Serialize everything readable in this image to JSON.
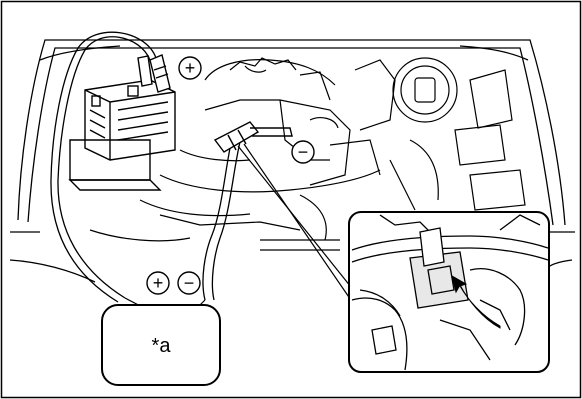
{
  "diagram": {
    "callout_label": "*a",
    "terminal_symbols": {
      "positive": "+",
      "negative": "−"
    },
    "terminals": [
      {
        "id": "battery-positive",
        "polarity": "positive"
      },
      {
        "id": "engine-ground-negative",
        "polarity": "negative"
      },
      {
        "id": "charger-positive",
        "polarity": "positive"
      },
      {
        "id": "charger-negative",
        "polarity": "negative"
      }
    ],
    "colors": {
      "line": "#000000",
      "background": "#ffffff"
    }
  }
}
